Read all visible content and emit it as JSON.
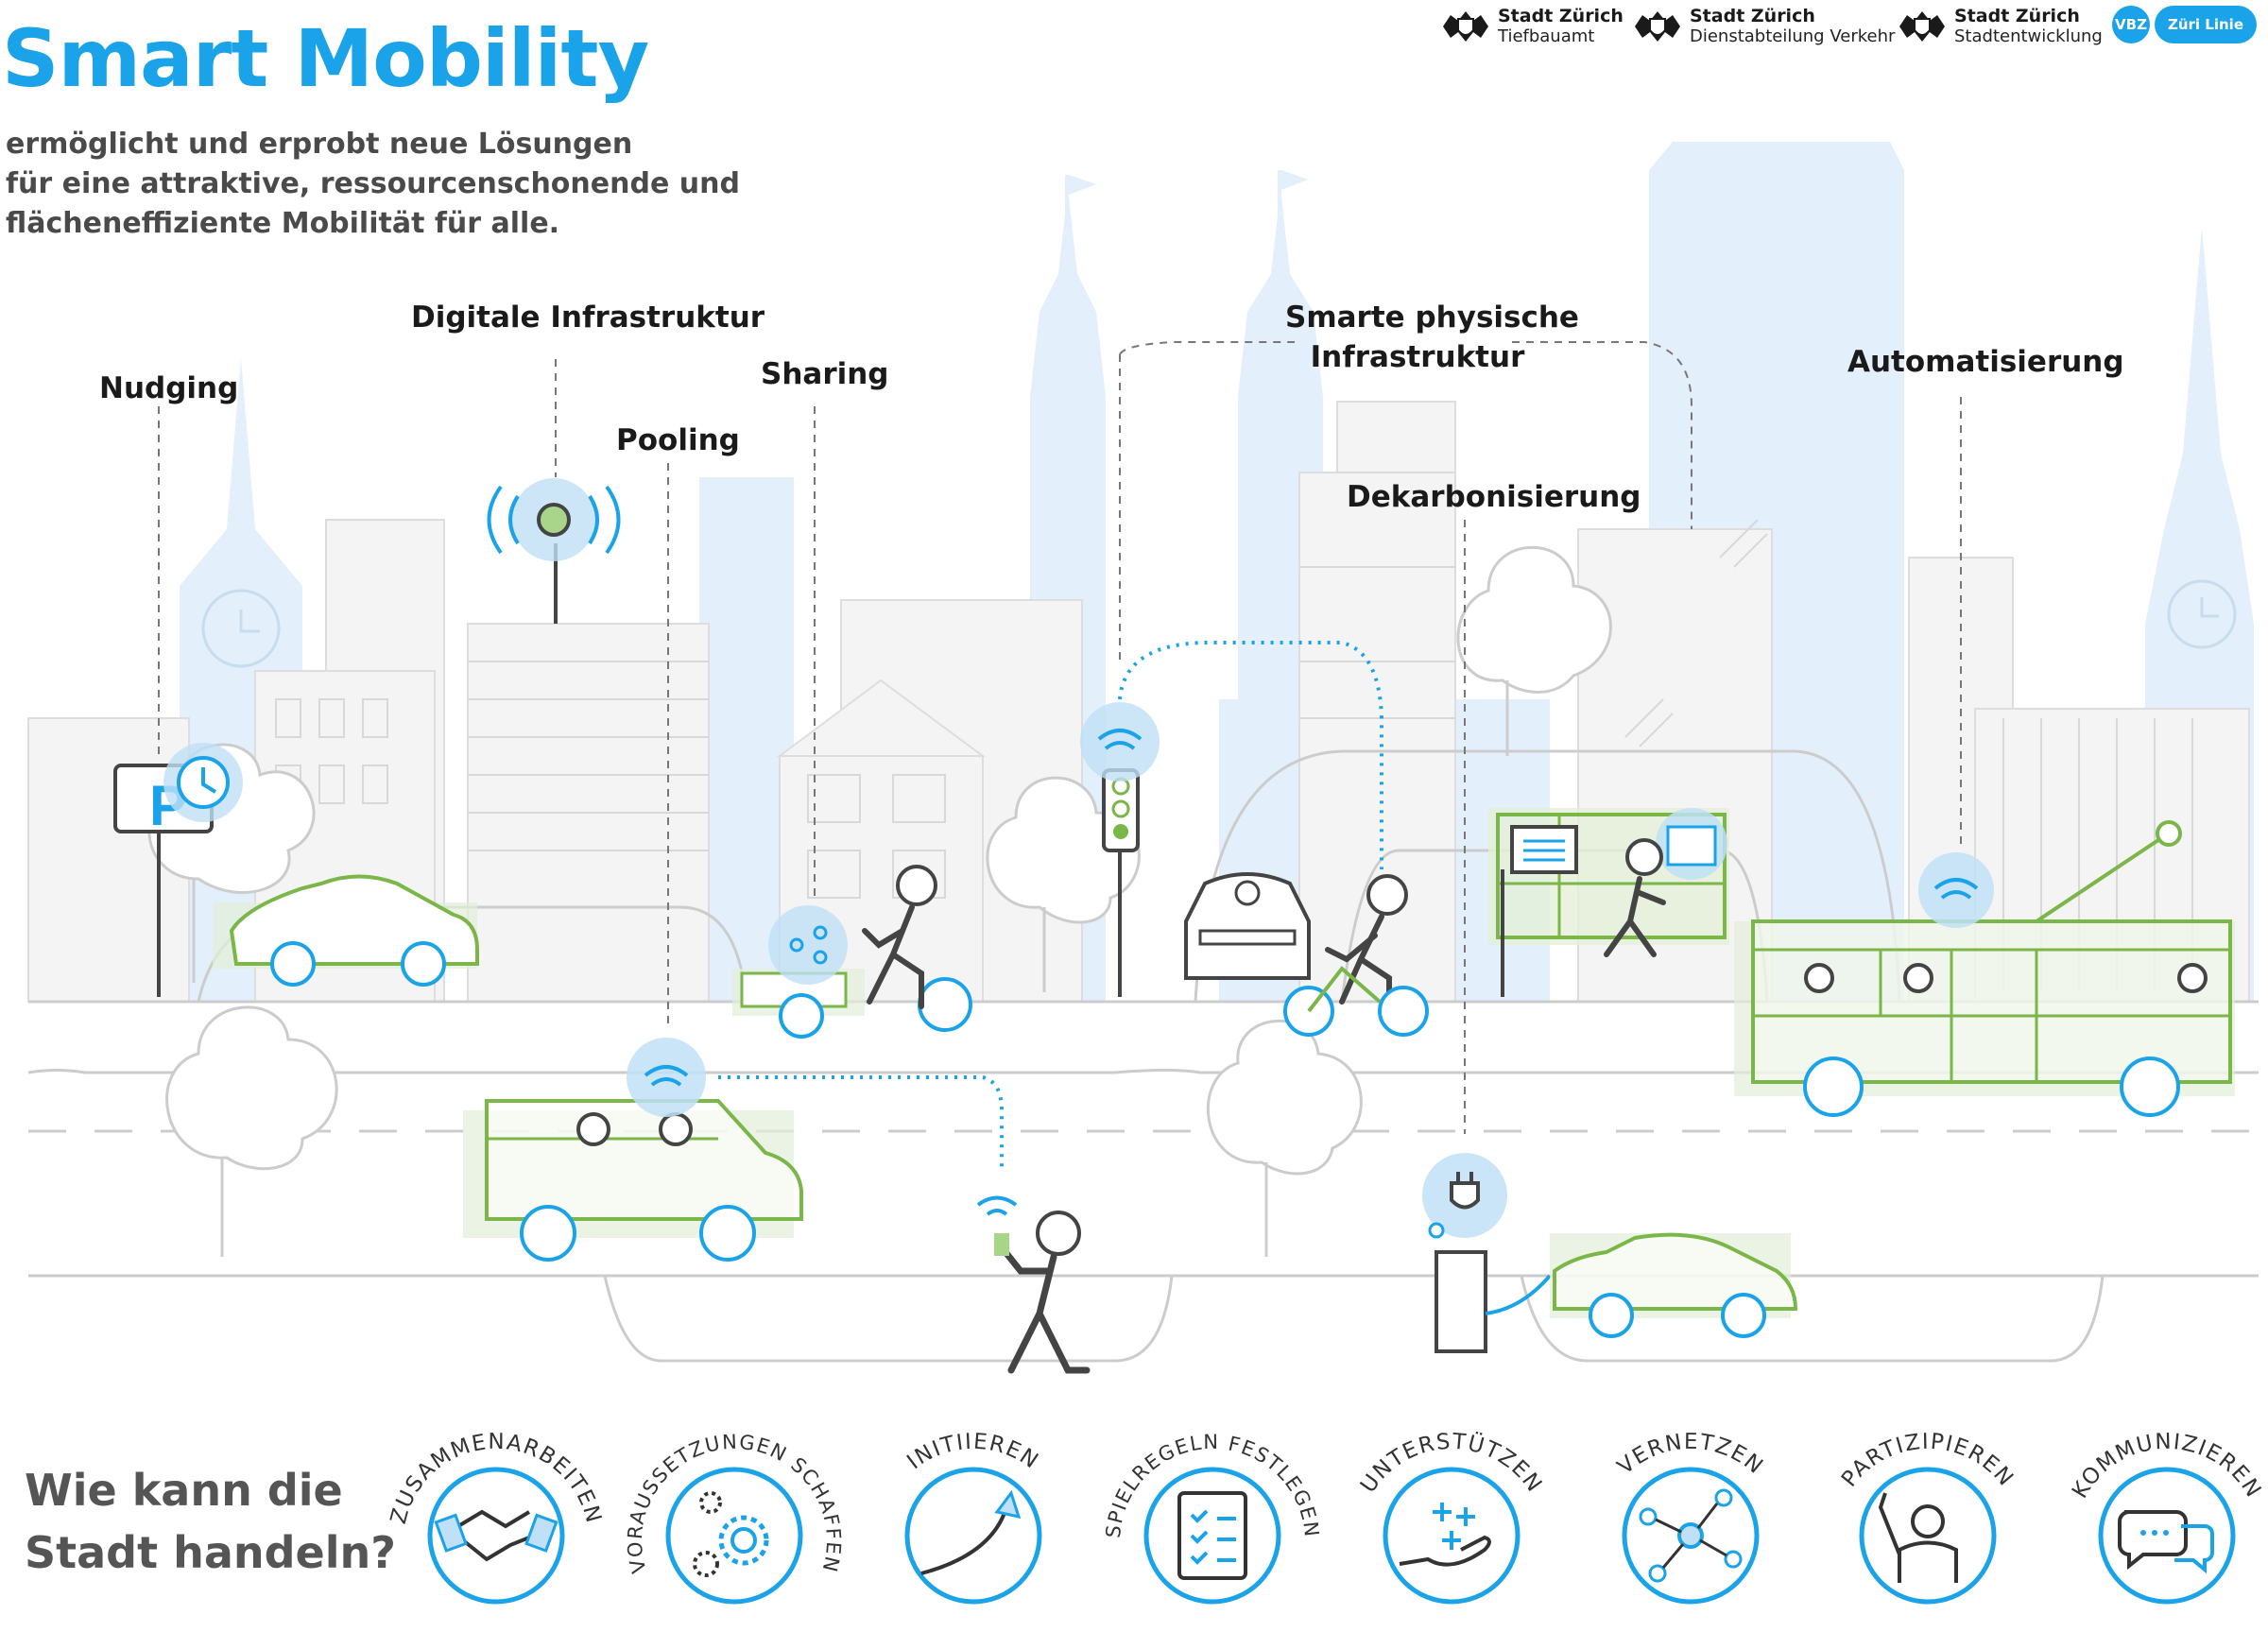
{
  "title": "Smart Mobility",
  "subtitle": [
    "ermöglicht und erprobt neue Lösungen",
    "für eine attraktive, ressourcenschonende und",
    "flächeneffiziente Mobilität für alle."
  ],
  "logos": [
    {
      "line1": "Stadt Zürich",
      "line2": "Tiefbauamt"
    },
    {
      "line1": "Stadt Zürich",
      "line2": "Dienstabteilung Verkehr"
    },
    {
      "line1": "Stadt Zürich",
      "line2": "Stadtentwicklung"
    }
  ],
  "vbz": {
    "left": "VBZ",
    "right": "Züri Linie"
  },
  "topics": {
    "nudging": "Nudging",
    "digital": "Digitale Infrastruktur",
    "pooling": "Pooling",
    "sharing": "Sharing",
    "smart_physical": [
      "Smarte physische",
      "Infrastruktur"
    ],
    "decarb": "Dekarbonisierung",
    "automation": "Automatisierung"
  },
  "footer_question": [
    "Wie kann die",
    "Stadt handeln?"
  ],
  "actions": [
    {
      "label": "ZUSAMMENARBEITEN",
      "icon": "handshake-icon"
    },
    {
      "label": "VORAUSSETZUNGEN SCHAFFEN",
      "icon": "gears-icon"
    },
    {
      "label": "INITIIEREN",
      "icon": "rising-arrow-icon"
    },
    {
      "label": "SPIELREGELN FESTLEGEN",
      "icon": "checklist-icon"
    },
    {
      "label": "UNTERSTÜTZEN",
      "icon": "helping-hand-icon"
    },
    {
      "label": "VERNETZEN",
      "icon": "network-icon"
    },
    {
      "label": "PARTIZIPIEREN",
      "icon": "raised-hand-icon"
    },
    {
      "label": "KOMMUNIZIEREN",
      "icon": "speech-bubbles-icon"
    }
  ],
  "colors": {
    "accent": "#1aa3e8",
    "green": "#7ab648",
    "skyline": "#dcebf7",
    "grey": "#999999"
  }
}
